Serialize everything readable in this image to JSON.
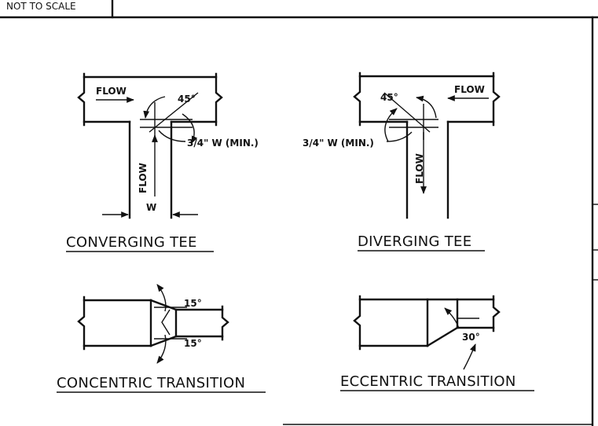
{
  "header": {
    "scale_note": "NOT TO SCALE"
  },
  "converging_tee": {
    "title": "CONVERGING TEE",
    "flow_main": "FLOW",
    "flow_branch": "FLOW",
    "angle": "45°",
    "gap_note": "3/4\" W (MIN.)",
    "width_label": "W"
  },
  "diverging_tee": {
    "title": "DIVERGING TEE",
    "flow_main": "FLOW",
    "flow_branch": "FLOW",
    "angle": "45°",
    "gap_note": "3/4\" W (MIN.)"
  },
  "concentric_transition": {
    "title": "CONCENTRIC TRANSITION",
    "angle_top": "15°",
    "angle_bottom": "15°"
  },
  "eccentric_transition": {
    "title": "ECCENTRIC TRANSITION",
    "angle": "30°"
  }
}
